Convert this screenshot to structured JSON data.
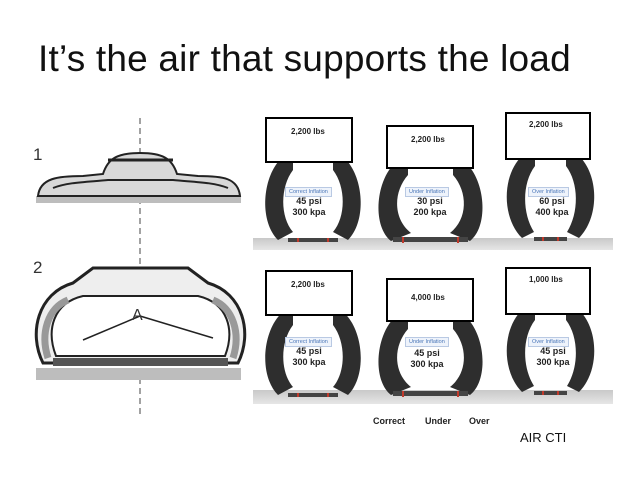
{
  "title": "It’s the air that supports the load",
  "left_figure": {
    "labels": [
      "1",
      "2"
    ],
    "point_label": "A"
  },
  "top_row": [
    {
      "load": "2,200 lbs",
      "inflation": "Correct Inflation",
      "psi": "45 psi",
      "kpa": "300 kpa"
    },
    {
      "load": "2,200 lbs",
      "inflation": "Under Inflation",
      "psi": "30 psi",
      "kpa": "200 kpa"
    },
    {
      "load": "2,200 lbs",
      "inflation": "Over Inflation",
      "psi": "60 psi",
      "kpa": "400 kpa"
    }
  ],
  "bottom_row": [
    {
      "load": "2,200 lbs",
      "inflation": "Correct Inflation",
      "psi": "45 psi",
      "kpa": "300 kpa"
    },
    {
      "load": "4,000 lbs",
      "inflation": "Under Inflation",
      "psi": "45 psi",
      "kpa": "300 kpa"
    },
    {
      "load": "1,000 lbs",
      "inflation": "Over Inflation",
      "psi": "45 psi",
      "kpa": "300 kpa"
    }
  ],
  "captions": [
    "Correct",
    "Under",
    "Over"
  ],
  "credit": "AIR CTI",
  "colors": {
    "inflation_label": "#4a76b8",
    "tire": "#333333",
    "ground_marks": "#c0392b"
  }
}
